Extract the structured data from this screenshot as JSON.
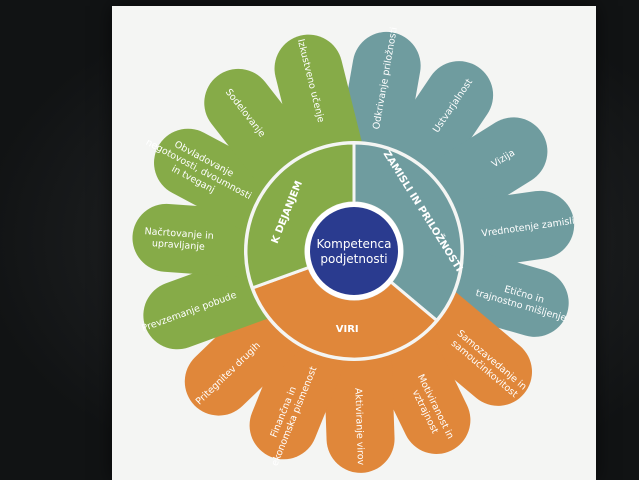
{
  "diagram": {
    "center": {
      "lines": [
        "Kompetenca",
        "podjetnosti"
      ]
    },
    "areas": [
      {
        "key": "ideas",
        "label": "ZAMISLI IN PRILOŽNOSTI",
        "color": "#6f9c9f",
        "dark": "#4f7c80"
      },
      {
        "key": "resources",
        "label": "VIRI",
        "color": "#e0873a",
        "dark": "#b85a26"
      },
      {
        "key": "action",
        "label": "K DEJANJEM",
        "color": "#86ab48",
        "dark": "#5f8a2e"
      }
    ],
    "competences": [
      {
        "area": "ideas",
        "lines": [
          "Odkrivanje priložnosti"
        ]
      },
      {
        "area": "ideas",
        "lines": [
          "Ustvarjalnost"
        ]
      },
      {
        "area": "ideas",
        "lines": [
          "Vizija"
        ]
      },
      {
        "area": "ideas",
        "lines": [
          "Vrednotenje zamisli"
        ]
      },
      {
        "area": "ideas",
        "lines": [
          "Etično in",
          "trajnostno mišljenje"
        ]
      },
      {
        "area": "resources",
        "lines": [
          "Samozavedanje in",
          "samoučinkovitost"
        ]
      },
      {
        "area": "resources",
        "lines": [
          "Motiviranost in",
          "vztrajnost"
        ]
      },
      {
        "area": "resources",
        "lines": [
          "Aktiviranje virov"
        ]
      },
      {
        "area": "resources",
        "lines": [
          "Finančna in",
          "ekonomska pismenost"
        ]
      },
      {
        "area": "resources",
        "lines": [
          "Pritegnitev drugih"
        ]
      },
      {
        "area": "action",
        "lines": [
          "Prevzemanje pobude"
        ]
      },
      {
        "area": "action",
        "lines": [
          "Načrtovanje in",
          "upravljanje"
        ]
      },
      {
        "area": "action",
        "lines": [
          "Obvladovanje",
          "negotovosti, dvoumnosti",
          "in tveganj"
        ]
      },
      {
        "area": "action",
        "lines": [
          "Sodelovanje"
        ]
      },
      {
        "area": "action",
        "lines": [
          "Izkustveno učenje"
        ]
      }
    ],
    "center_color": "#2a3b8f"
  }
}
